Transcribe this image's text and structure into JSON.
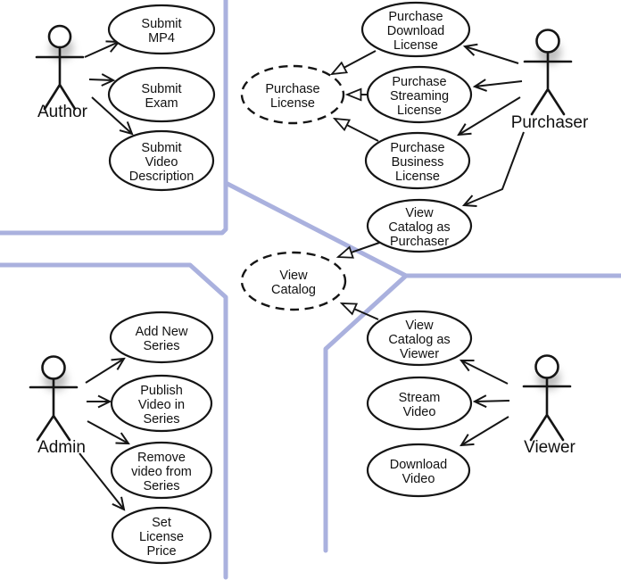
{
  "colors": {
    "boundary_line": "#aab1de",
    "shape_stroke": "#151515",
    "shape_fill": "#ffffff",
    "text": "#111111"
  },
  "actors": {
    "author": {
      "label": "Author"
    },
    "purchaser": {
      "label": "Purchaser"
    },
    "admin": {
      "label": "Admin"
    },
    "viewer": {
      "label": "Viewer"
    }
  },
  "use_cases": {
    "submit_mp4": {
      "lines": [
        "Submit",
        "MP4"
      ],
      "style": "solid"
    },
    "submit_exam": {
      "lines": [
        "Submit",
        "Exam"
      ],
      "style": "solid"
    },
    "submit_video_description": {
      "lines": [
        "Submit",
        "Video",
        "Description"
      ],
      "style": "solid"
    },
    "purchase_download_license": {
      "lines": [
        "Purchase",
        "Download",
        "License"
      ],
      "style": "solid"
    },
    "purchase_streaming_license": {
      "lines": [
        "Purchase",
        "Streaming",
        "License"
      ],
      "style": "solid"
    },
    "purchase_business_license": {
      "lines": [
        "Purchase",
        "Business",
        "License"
      ],
      "style": "solid"
    },
    "purchase_license": {
      "lines": [
        "Purchase",
        "License"
      ],
      "style": "dashed"
    },
    "view_catalog_as_purchaser": {
      "lines": [
        "View",
        "Catalog as",
        "Purchaser"
      ],
      "style": "solid"
    },
    "view_catalog": {
      "lines": [
        "View",
        "Catalog"
      ],
      "style": "dashed"
    },
    "view_catalog_as_viewer": {
      "lines": [
        "View",
        "Catalog as",
        "Viewer"
      ],
      "style": "solid"
    },
    "stream_video": {
      "lines": [
        "Stream",
        "Video"
      ],
      "style": "solid"
    },
    "download_video": {
      "lines": [
        "Download",
        "Video"
      ],
      "style": "solid"
    },
    "add_new_series": {
      "lines": [
        "Add New",
        "Series"
      ],
      "style": "solid"
    },
    "publish_video_in_series": {
      "lines": [
        "Publish",
        "Video in",
        "Series"
      ],
      "style": "solid"
    },
    "remove_video_from_series": {
      "lines": [
        "Remove",
        "video from",
        "Series"
      ],
      "style": "solid"
    },
    "set_license_price": {
      "lines": [
        "Set",
        "License",
        "Price"
      ],
      "style": "solid"
    }
  },
  "relationships": {
    "associations": [
      {
        "from": "Author",
        "to": "Submit MP4"
      },
      {
        "from": "Author",
        "to": "Submit Exam"
      },
      {
        "from": "Author",
        "to": "Submit Video Description"
      },
      {
        "from": "Purchaser",
        "to": "Purchase Download License"
      },
      {
        "from": "Purchaser",
        "to": "Purchase Streaming License"
      },
      {
        "from": "Purchaser",
        "to": "Purchase Business License"
      },
      {
        "from": "Purchaser",
        "to": "View Catalog as Purchaser"
      },
      {
        "from": "Admin",
        "to": "Add New Series"
      },
      {
        "from": "Admin",
        "to": "Publish Video in Series"
      },
      {
        "from": "Admin",
        "to": "Remove video from Series"
      },
      {
        "from": "Admin",
        "to": "Set License Price"
      },
      {
        "from": "Viewer",
        "to": "View Catalog as Viewer"
      },
      {
        "from": "Viewer",
        "to": "Stream Video"
      },
      {
        "from": "Viewer",
        "to": "Download Video"
      }
    ],
    "generalizations": [
      {
        "from": "Purchase Download License",
        "to": "Purchase License"
      },
      {
        "from": "Purchase Streaming License",
        "to": "Purchase License"
      },
      {
        "from": "Purchase Business License",
        "to": "Purchase License"
      },
      {
        "from": "View Catalog as Purchaser",
        "to": "View Catalog"
      },
      {
        "from": "View Catalog as Viewer",
        "to": "View Catalog"
      }
    ]
  }
}
